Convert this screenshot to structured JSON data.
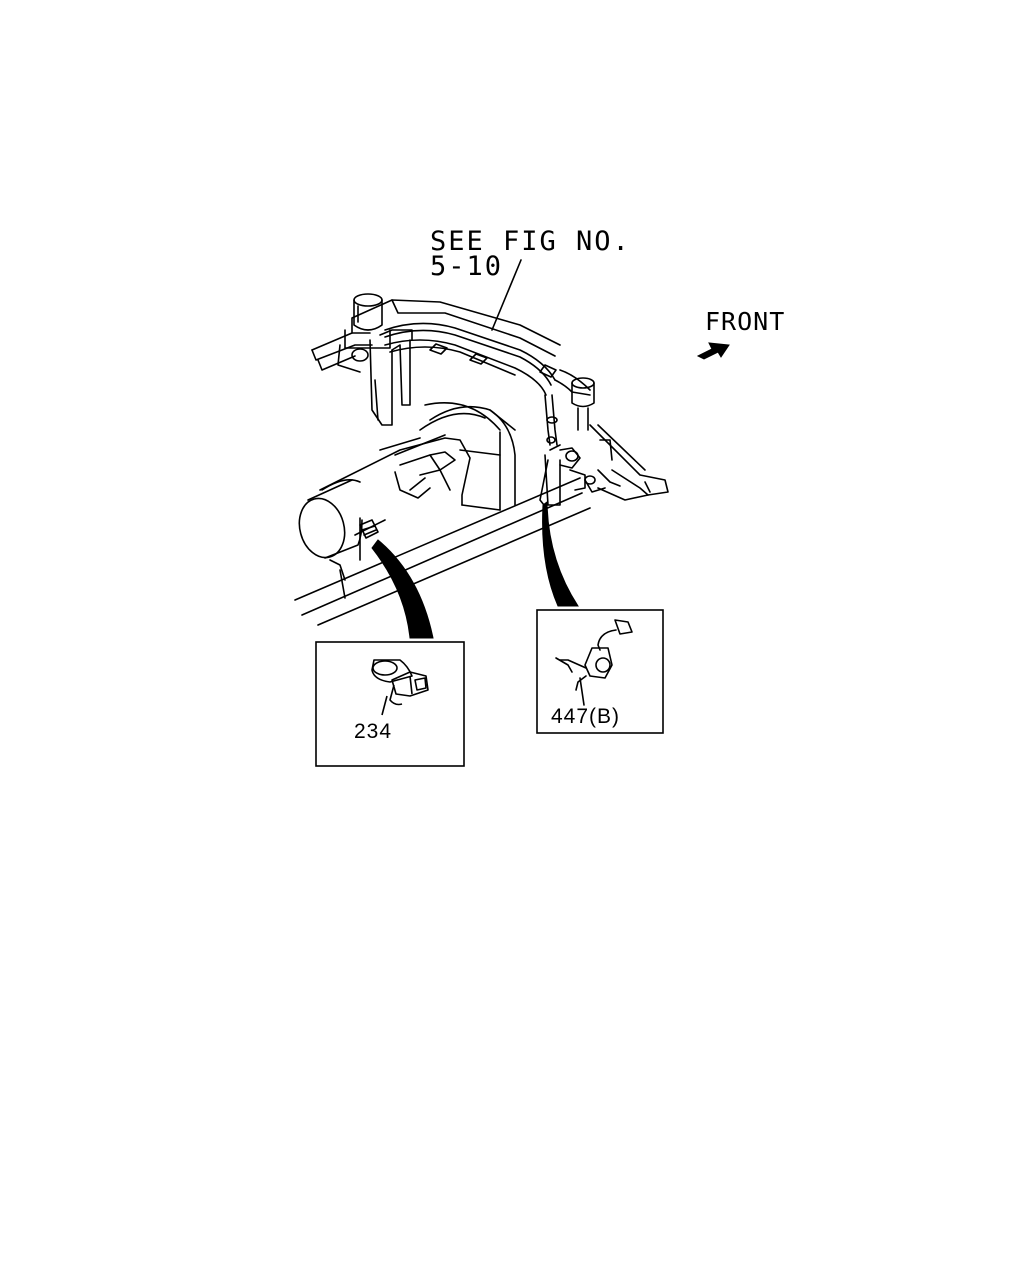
{
  "labels": {
    "see_fig_line1": "SEE FIG NO.",
    "see_fig_line2": "5-10",
    "front": "FRONT",
    "part_a": "234",
    "part_b": "447(B)"
  }
}
